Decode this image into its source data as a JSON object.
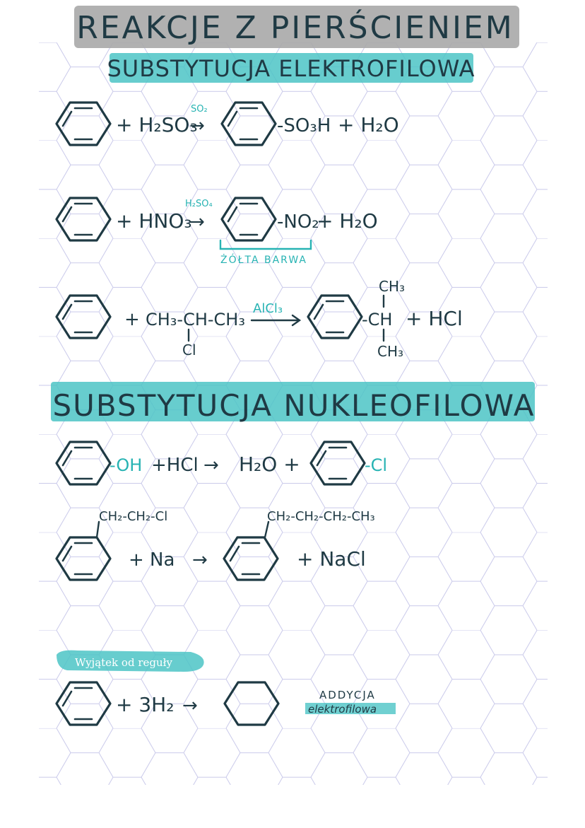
{
  "title": "REAKCJE Z PIERŚCIENIEM",
  "section1": "SUBSTYTUCJA ELEKTROFILOWA",
  "section2": "SUBSTYTUCJA NUKLEOFILOWA",
  "r1": {
    "reagent": "+ H₂SO₃",
    "catalyst": "SO₂",
    "arrow": "→",
    "sub": "-SO₃H",
    "rest": "+ H₂O"
  },
  "r2": {
    "reagent": "+ HNO₃",
    "catalyst": "H₂SO₄",
    "arrow": "→",
    "sub": "-NO₂",
    "rest": "+ H₂O",
    "note": "ŻÓŁTA BARWA"
  },
  "r3": {
    "plus": "+",
    "chain": "CH₃-CH-CH₃",
    "cl": "Cl",
    "catalyst": "AlCl₃",
    "top": "CH₃",
    "mid": "-CH",
    "bottom": "CH₃",
    "rest": "+ HCl"
  },
  "r4": {
    "sub": "-OH",
    "reagent": "+HCl",
    "arrow": "→",
    "water": "H₂O +",
    "product_sub": "-Cl"
  },
  "r5": {
    "chain": "CH₂-CH₂-Cl",
    "reagent": "+ Na",
    "arrow": "→",
    "product_chain": "CH₂-CH₂-CH₂-CH₃",
    "rest": "+ NaCl"
  },
  "exception": {
    "label": "Wyjątek od reguły",
    "reagent": "+ 3H₂",
    "arrow": "→",
    "type_line1": "ADDYCJA",
    "type_line2": "elektrofilowa"
  },
  "colors": {
    "accent": "#27b3b3",
    "ink": "#1f3a44",
    "grid": "#c9c9ea"
  }
}
